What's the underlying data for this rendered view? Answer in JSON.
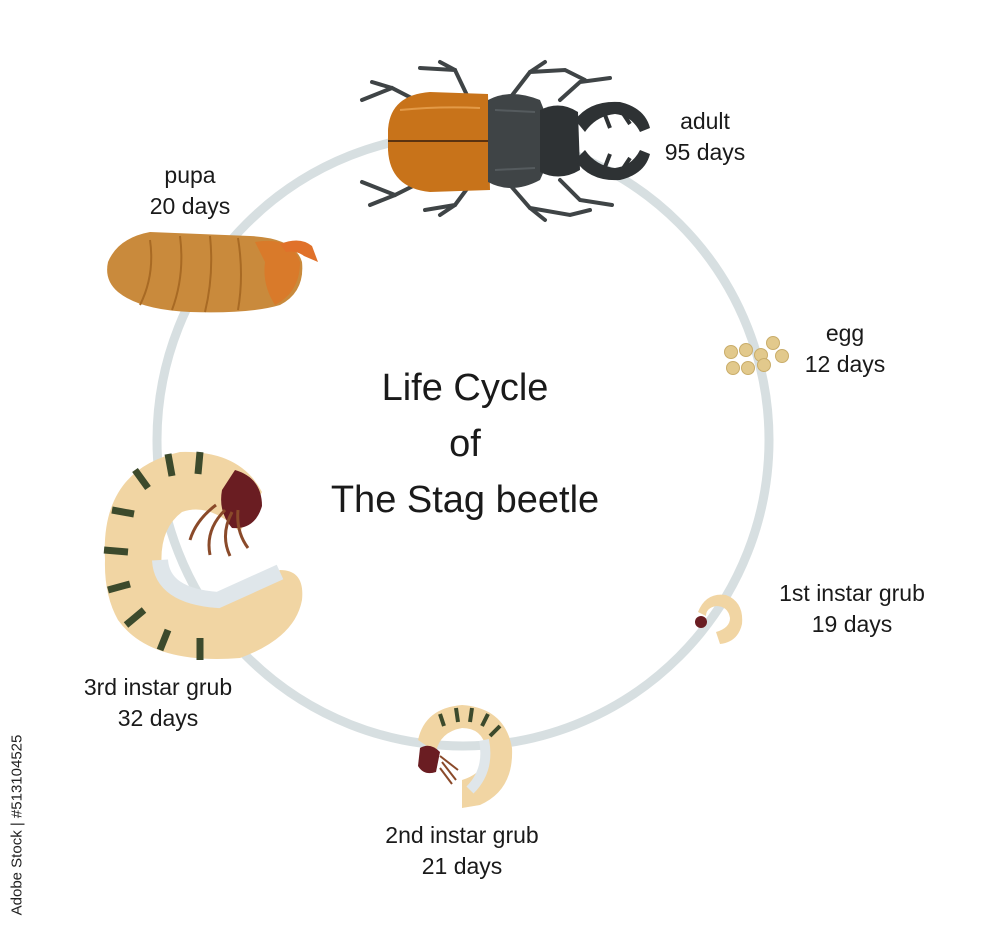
{
  "title": {
    "line1": "Life Cycle",
    "line2": "of",
    "line3": "The Stag beetle"
  },
  "stages": {
    "adult": {
      "name": "adult",
      "duration": "95 days"
    },
    "egg": {
      "name": "egg",
      "duration": "12 days"
    },
    "first_instar": {
      "name": "1st instar grub",
      "duration": "19 days"
    },
    "second_instar": {
      "name": "2nd instar grub",
      "duration": "21 days"
    },
    "third_instar": {
      "name": "3rd instar grub",
      "duration": "32 days"
    },
    "pupa": {
      "name": "pupa",
      "duration": "20 days"
    }
  },
  "stock_id": "Adobe Stock | #513104525",
  "colors": {
    "ring": "#d7dfe1",
    "beetle_elytra": "#c8731a",
    "beetle_body": "#3f4446",
    "pupa": "#c98a3c",
    "grub_body": "#f1d5a3",
    "grub_dark": "#3c4a2c",
    "grub_head": "#6a1d22",
    "egg": "#e2c98c"
  }
}
